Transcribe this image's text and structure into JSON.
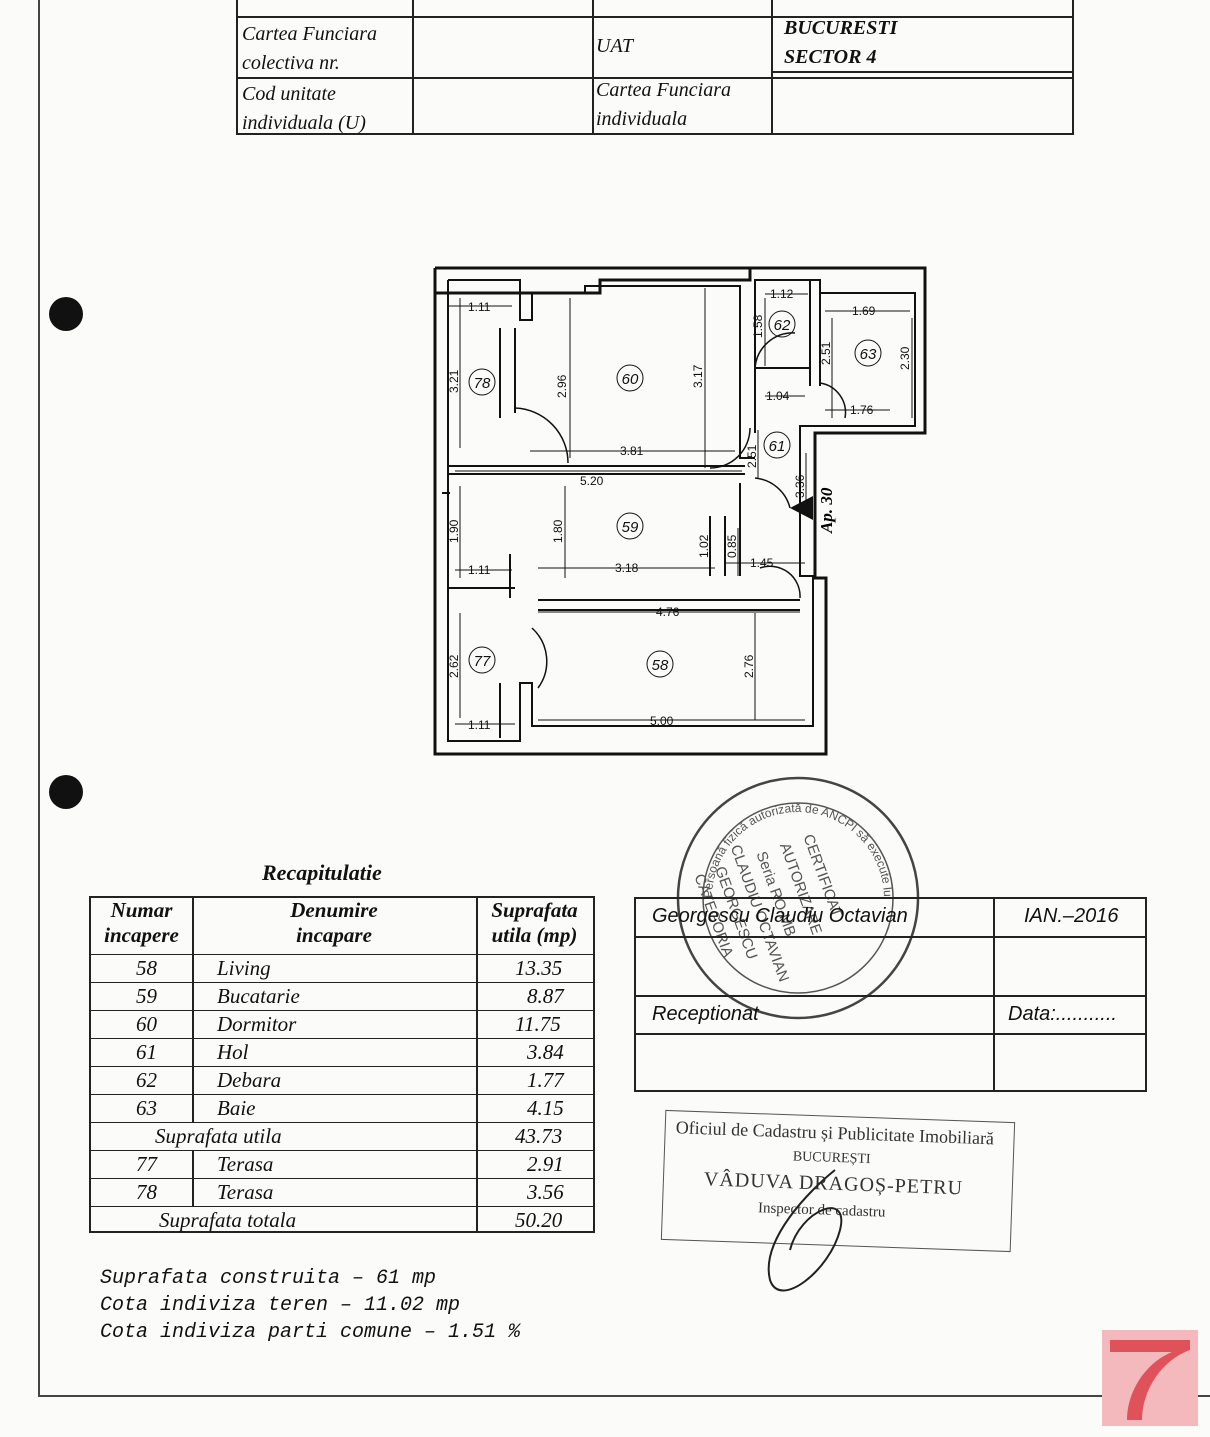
{
  "top_table": {
    "r1c1": "Cartea Funciara colectiva nr.",
    "r1c1_a": "Cartea Funciara",
    "r1c1_b": "colectiva nr.",
    "r1c3": "UAT",
    "r1c4_a": "BUCURESTI",
    "r1c4_b": "SECTOR 4",
    "r2c1_a": "Cod unitate",
    "r2c1_b": "individuala (U)",
    "r2c3_a": "Cartea Funciara",
    "r2c3_b": "individuala"
  },
  "plan": {
    "rooms": [
      "60",
      "59",
      "58",
      "61",
      "62",
      "63",
      "77",
      "78"
    ],
    "apartment_label": "Ap. 30",
    "dims": {
      "d111a": "1.11",
      "d321": "3.21",
      "d296": "2.96",
      "d317": "3.17",
      "d381": "3.81",
      "d112": "1.12",
      "d158": "1.58",
      "d169": "1.69",
      "d251a": "2.51",
      "d230": "2.30",
      "d104": "1.04",
      "d176": "1.76",
      "d251b": "2.51",
      "d336": "3.36",
      "d520": "5.20",
      "d190": "1.90",
      "d180": "1.80",
      "d102": "1.02",
      "d085": "0.85",
      "d111b": "1.11",
      "d318": "3.18",
      "d145": "1.45",
      "d476": "4.76",
      "d262": "2.62",
      "d276": "2.76",
      "d111c": "1.11",
      "d500": "5.00"
    }
  },
  "recap": {
    "title": "Recapitulatie",
    "headers": {
      "h1a": "Numar",
      "h1b": "incapere",
      "h2a": "Denumire",
      "h2b": "incapare",
      "h3a": "Suprafata",
      "h3b": "utila  (mp)"
    },
    "rows": [
      {
        "nr": "58",
        "name": "Living",
        "area": "13.35"
      },
      {
        "nr": "59",
        "name": "Bucatarie",
        "area": "8.87"
      },
      {
        "nr": "60",
        "name": "Dormitor",
        "area": "11.75"
      },
      {
        "nr": "61",
        "name": "Hol",
        "area": "3.84"
      },
      {
        "nr": "62",
        "name": "Debara",
        "area": "1.77"
      },
      {
        "nr": "63",
        "name": "Baie",
        "area": "4.15"
      }
    ],
    "utila_label": "Suprafata utila",
    "utila_value": "43.73",
    "rows2": [
      {
        "nr": "77",
        "name": "Terasa",
        "area": "2.91"
      },
      {
        "nr": "78",
        "name": "Terasa",
        "area": "3.56"
      }
    ],
    "totala_label": "Suprafata totala",
    "totala_value": "50.20"
  },
  "notes": {
    "line1": "Suprafata construita – 61 mp",
    "line2": "Cota indiviza teren – 11.02 mp",
    "line3": "Cota indiviza parti comune – 1.51 %"
  },
  "signature": {
    "author": "Georgescu Claudiu Octavian",
    "date": "IAN.–2016",
    "received": "Receptionat",
    "data_label": "Data:..........."
  },
  "round_stamp": {
    "outer": "Persoană fizică autorizată de ANCPI să execute lucrări de cadastru",
    "l1": "CERTIFICAT",
    "l2": "AUTORIZARE",
    "l3": "Seria RO-MB",
    "l4": "CLAUDIU OCTAVIAN",
    "l5": "GEORGESCU",
    "l6": "CATEGORIA"
  },
  "office_stamp": {
    "l1": "Oficiul de Cadastru și Publicitate Imobiliară",
    "l2": "BUCUREȘTI",
    "l3": "VÂDUVA DRAGOȘ-PETRU",
    "l4": "Inspector de cadastru"
  },
  "colors": {
    "ink": "#111111",
    "logo": "#e0525a"
  }
}
